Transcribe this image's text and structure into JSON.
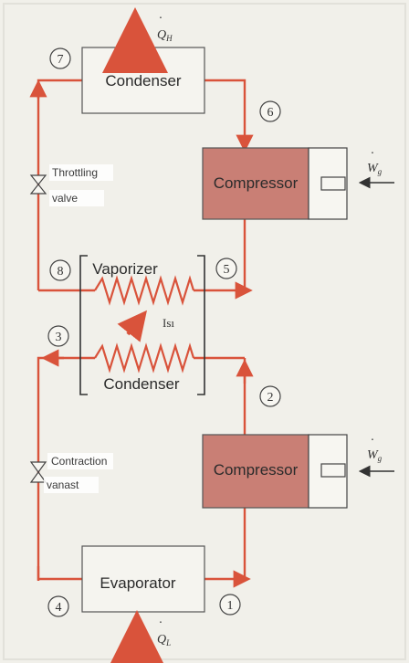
{
  "components": {
    "top_condenser": "Condenser",
    "top_compressor": "Compressor",
    "vaporizer": "Vaporizer",
    "mid_condenser": "Condenser",
    "bottom_compressor": "Compressor",
    "evaporator": "Evaporator"
  },
  "valves": {
    "top_line1": "Throttling",
    "top_line2": "valve",
    "bottom_line1": "Contraction",
    "bottom_line2": "vanast"
  },
  "heat_exchanger_label": "Isı",
  "flows": {
    "q_high": {
      "symbol": "Q",
      "subscript": "H"
    },
    "q_low": {
      "symbol": "Q",
      "subscript": "L"
    },
    "w_top": {
      "symbol": "W",
      "subscript": "g"
    },
    "w_bottom": {
      "symbol": "W",
      "subscript": "g"
    }
  },
  "states": [
    "1",
    "2",
    "3",
    "4",
    "5",
    "6",
    "7",
    "8"
  ],
  "colors": {
    "pipe": "#d9533b",
    "compressor_fill": "#c97f75",
    "background": "#f1f0ea"
  }
}
